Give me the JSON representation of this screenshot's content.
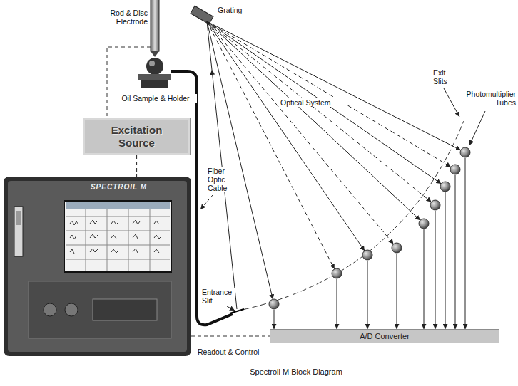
{
  "diagram": {
    "caption": "Spectroil M Block Diagram",
    "nodes": [
      {
        "text": [
          "Excitation Source"
        ]
      },
      {
        "text": [
          "SPECTROIL M"
        ]
      },
      {
        "text": [
          "A/D Converter"
        ]
      }
    ],
    "edges": [
      {
        "from": 0,
        "to": 1,
        "arrow": "none"
      },
      {
        "from": 1,
        "to": 2,
        "arrow": "none"
      }
    ],
    "labels": [
      "Rod & Disc Electrode",
      "Oil Sample & Holder",
      "Grating",
      "Optical System",
      "Exit Slits",
      "Photomultiplier Tubes",
      "Fiber Optic Cable",
      "Entrance Slit",
      "Readout & Control"
    ]
  }
}
